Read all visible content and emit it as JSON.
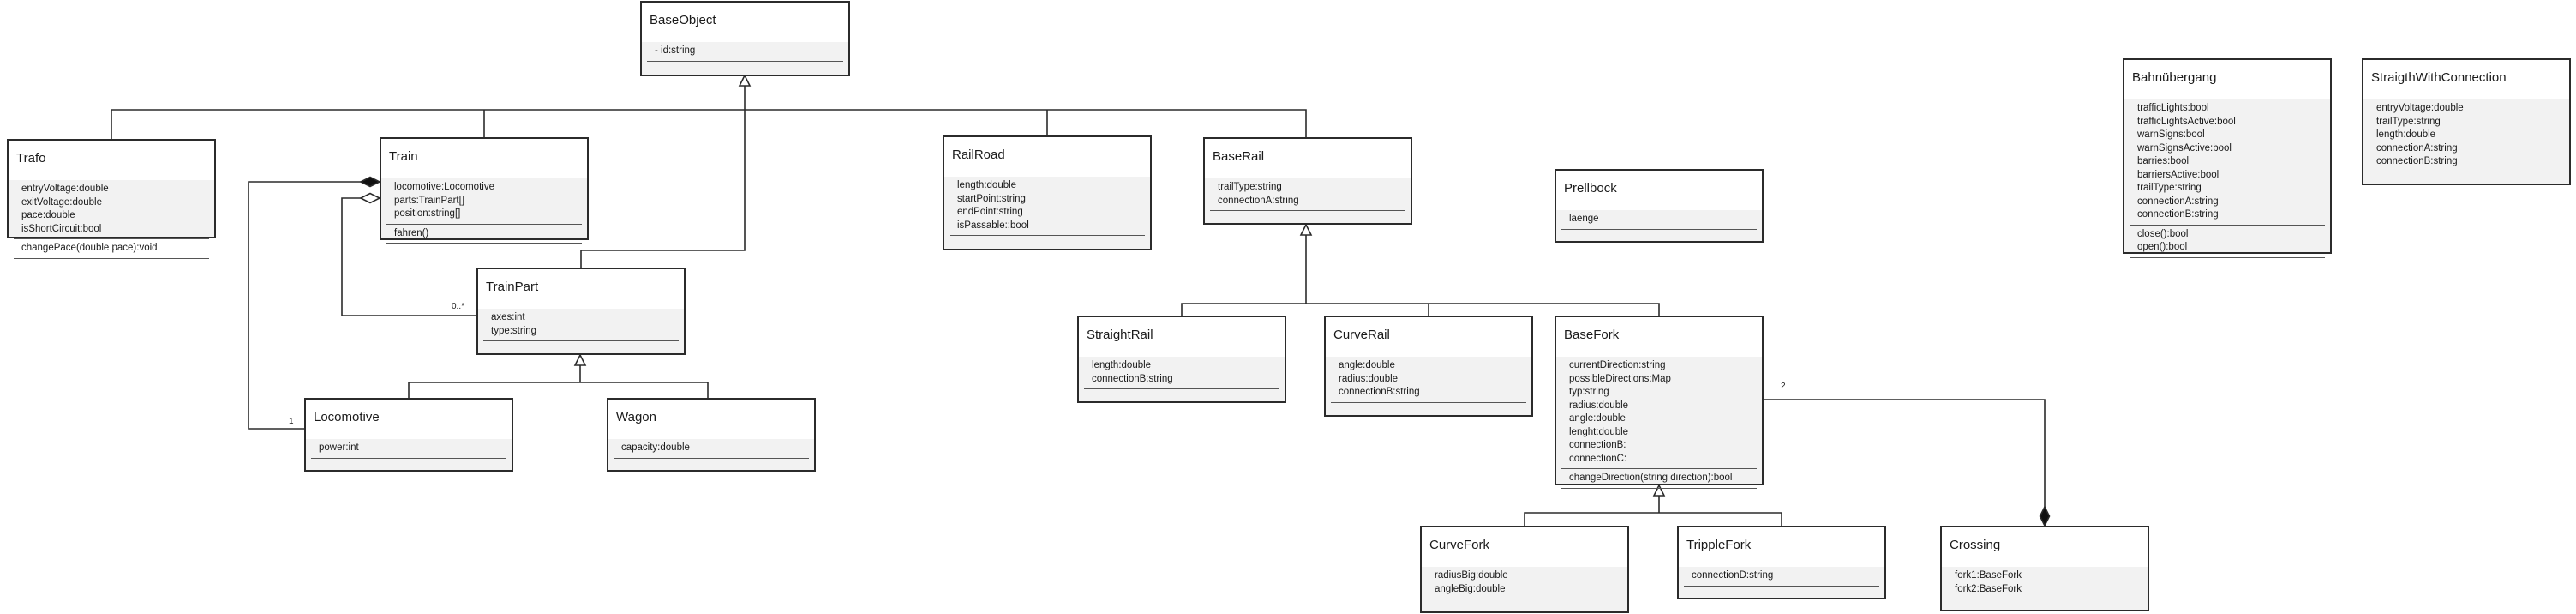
{
  "classes": [
    {
      "id": "BaseObject",
      "name": "BaseObject",
      "attributes": [
        "- id:string"
      ],
      "methods": []
    },
    {
      "id": "Trafo",
      "name": "Trafo",
      "attributes": [
        "entryVoltage:double",
        "exitVoltage:double",
        "pace:double",
        "isShortCircuit:bool"
      ],
      "methods": [
        "changePace(double pace):void"
      ]
    },
    {
      "id": "Train",
      "name": "Train",
      "attributes": [
        "locomotive:Locomotive",
        "parts:TrainPart[]",
        "position:string[]"
      ],
      "methods": [
        "fahren()"
      ]
    },
    {
      "id": "RailRoad",
      "name": "RailRoad",
      "attributes": [
        "length:double",
        "startPoint:string",
        "endPoint:string",
        "isPassable::bool"
      ],
      "methods": []
    },
    {
      "id": "BaseRail",
      "name": "BaseRail",
      "attributes": [
        "trailType:string",
        "connectionA:string"
      ],
      "methods": []
    },
    {
      "id": "Prellbock",
      "name": "Prellbock",
      "attributes": [
        "laenge"
      ],
      "methods": []
    },
    {
      "id": "Bahnuebergang",
      "name": "Bahnübergang",
      "attributes": [
        "trafficLights:bool",
        "trafficLightsActive:bool",
        "warnSigns:bool",
        "warnSignsActive:bool",
        "barries:bool",
        "barriersActive:bool",
        "trailType:string",
        "connectionA:string",
        "connectionB:string"
      ],
      "methods": [
        "close():bool",
        "open():bool"
      ]
    },
    {
      "id": "StraigthWithConnection",
      "name": "StraigthWithConnection",
      "attributes": [
        "entryVoltage:double",
        "trailType:string",
        "length:double",
        "connectionA:string",
        "connectionB:string"
      ],
      "methods": []
    },
    {
      "id": "TrainPart",
      "name": "TrainPart",
      "attributes": [
        "axes:int",
        "type:string"
      ],
      "methods": []
    },
    {
      "id": "Locomotive",
      "name": "Locomotive",
      "attributes": [
        "power:int"
      ],
      "methods": []
    },
    {
      "id": "Wagon",
      "name": "Wagon",
      "attributes": [
        "capacity:double"
      ],
      "methods": []
    },
    {
      "id": "StraightRail",
      "name": "StraightRail",
      "attributes": [
        "length:double",
        "connectionB:string"
      ],
      "methods": []
    },
    {
      "id": "CurveRail",
      "name": "CurveRail",
      "attributes": [
        "angle:double",
        "radius:double",
        "connectionB:string"
      ],
      "methods": []
    },
    {
      "id": "BaseFork",
      "name": "BaseFork",
      "attributes": [
        "currentDirection:string",
        "possibleDirections:Map",
        "typ:string",
        "radius:double",
        "angle:double",
        "lenght:double",
        "connectionB:",
        "connectionC:"
      ],
      "methods": [
        "changeDirection(string direction):bool"
      ]
    },
    {
      "id": "CurveFork",
      "name": "CurveFork",
      "attributes": [
        "radiusBig:double",
        "angleBig:double"
      ],
      "methods": []
    },
    {
      "id": "TrippleFork",
      "name": "TrippleFork",
      "attributes": [
        "connectionD:string"
      ],
      "methods": []
    },
    {
      "id": "Crossing",
      "name": "Crossing",
      "attributes": [
        "fork1:BaseFork",
        "fork2:BaseFork"
      ],
      "methods": []
    }
  ],
  "multiplicities": {
    "trainpart_many": "0..*",
    "locomotive_one": "1",
    "crossing_two": "2"
  }
}
